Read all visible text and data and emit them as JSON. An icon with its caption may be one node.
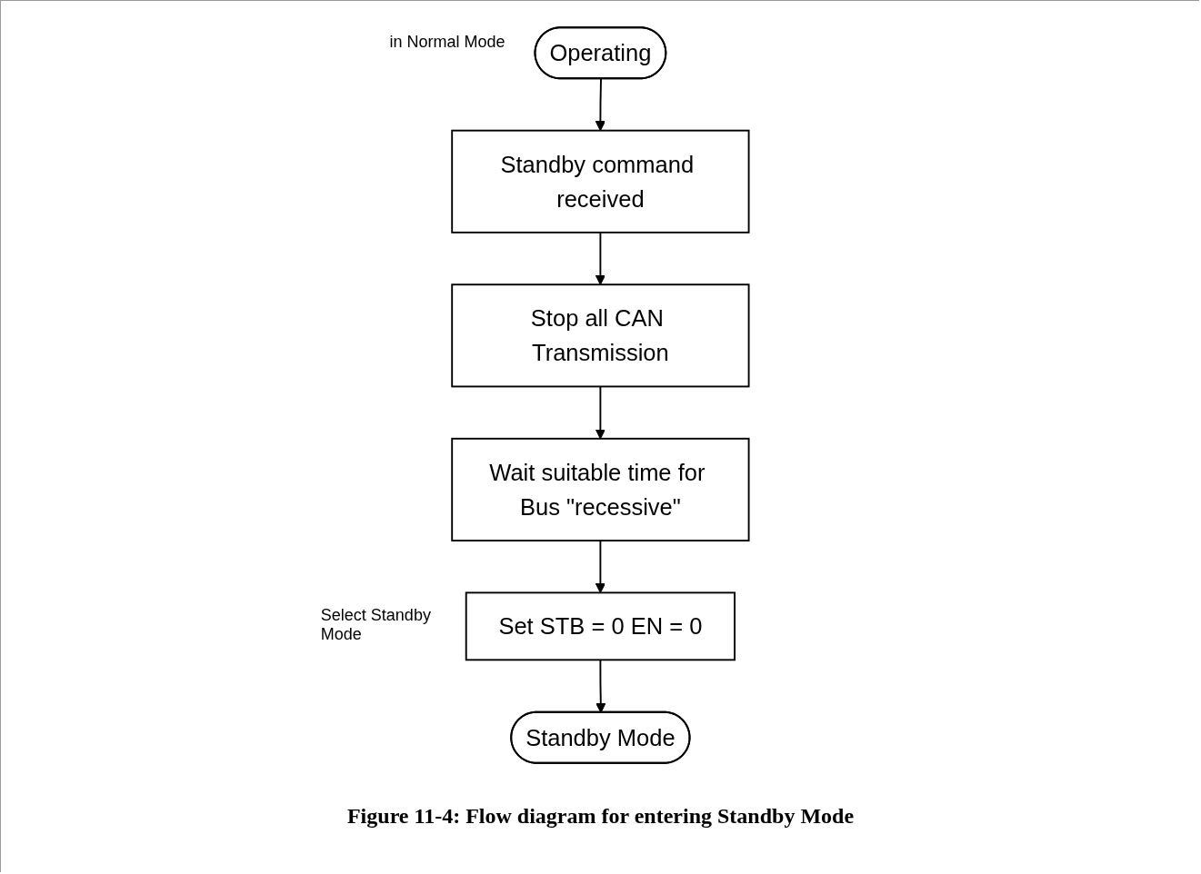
{
  "diagram": {
    "caption": "Figure 11-4: Flow diagram for entering Standby Mode",
    "nodes": [
      {
        "text": [
          "Operating"
        ],
        "beside": [
          "in Normal Mode"
        ]
      },
      {
        "text": [
          "Standby command received"
        ]
      },
      {
        "text": [
          "Stop all CAN Transmission"
        ]
      },
      {
        "text": [
          "Wait suitable time for Bus \"recessive\""
        ]
      },
      {
        "text": [
          "Set STB = 0 EN = 0"
        ],
        "beside": [
          "Select Standby Mode"
        ]
      },
      {
        "text": [
          "Standby Mode"
        ]
      }
    ],
    "edges": [
      {
        "from": 0,
        "to": 1,
        "arrow": "to"
      },
      {
        "from": 1,
        "to": 2,
        "arrow": "to"
      },
      {
        "from": 2,
        "to": 3,
        "arrow": "to"
      },
      {
        "from": 3,
        "to": 4,
        "arrow": "to"
      },
      {
        "from": 4,
        "to": 5,
        "arrow": "to"
      }
    ]
  }
}
